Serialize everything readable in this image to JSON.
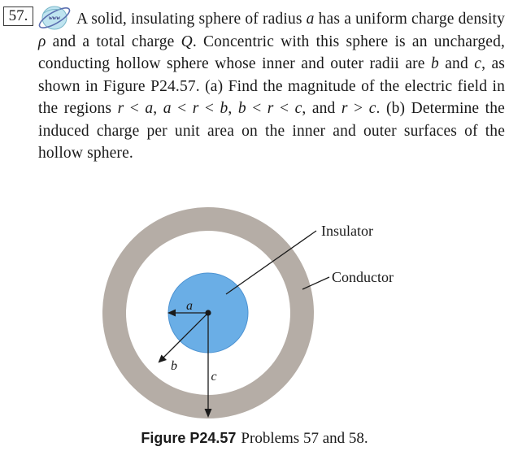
{
  "problem": {
    "number": "57.",
    "icon": "www-globe-icon",
    "text_parts": [
      "A solid, insulating sphere of radius ",
      "a",
      " has a uniform charge density ",
      "ρ",
      " and a total charge ",
      "Q",
      ". Concentric with this sphere is an uncharged, conducting hollow sphere whose inner and outer radii are ",
      "b",
      " and ",
      "c",
      ", as shown in Figure P24.57. (a) Find the magnitude of the electric field in the regions ",
      "r",
      " < ",
      "a",
      ", ",
      "a",
      " < ",
      "r",
      " < ",
      "b",
      ", ",
      "b",
      " < ",
      "r",
      " < ",
      "c",
      ", and ",
      "r",
      " > ",
      "c",
      ". (b) Determine the induced charge per unit area on the inner and outer surfaces of the hollow sphere."
    ]
  },
  "figure": {
    "labels": {
      "insulator": "Insulator",
      "conductor": "Conductor",
      "a": "a",
      "b": "b",
      "c": "c"
    },
    "colors": {
      "conductor_shell": "#b5ada6",
      "insulator_fill": "#6aaee6",
      "background": "#ffffff",
      "line": "#1a1a1a"
    }
  },
  "caption": {
    "label": "Figure P24.57",
    "text": "Problems 57 and 58."
  }
}
